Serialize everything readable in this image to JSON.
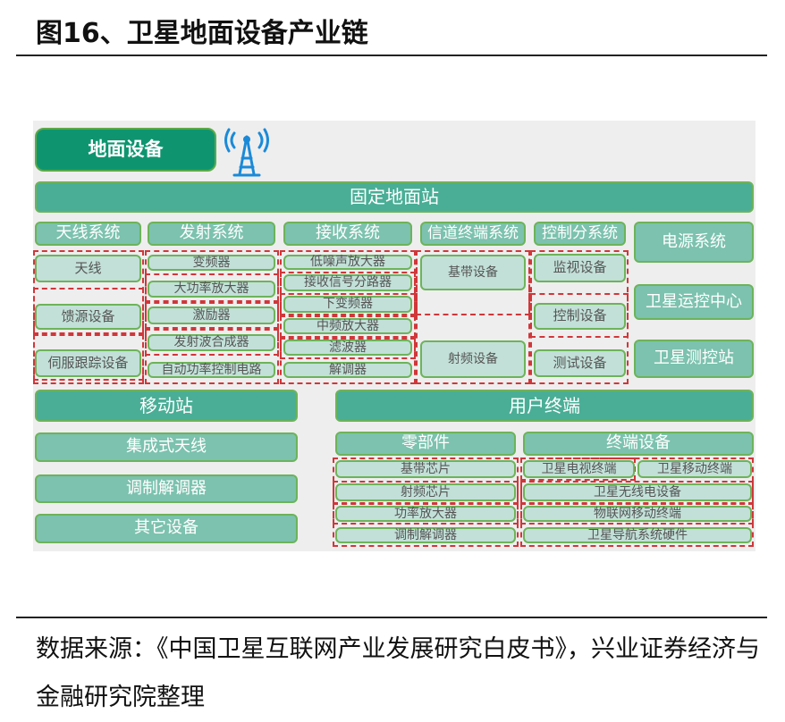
{
  "title": "图16、卫星地面设备产业链",
  "source": "数据来源：《中国卫星互联网产业发展研究白皮书》，兴业证券经济与金融研究院整理",
  "diagram": {
    "ground_equipment": "地面设备",
    "fixed_station": {
      "label": "固定地面站",
      "antenna_system": {
        "label": "天线系统",
        "items": [
          "天线",
          "馈源设备",
          "伺服跟踪设备"
        ]
      },
      "transmit_system": {
        "label": "发射系统",
        "items": [
          "变频器",
          "大功率放大器",
          "激励器",
          "发射波合成器",
          "自动功率控制电路"
        ]
      },
      "receive_system": {
        "label": "接收系统",
        "items": [
          "低噪声放大器",
          "接收信号分路器",
          "下变频器",
          "中频放大器",
          "滤波器",
          "解调器"
        ]
      },
      "channel_terminal_system": {
        "label": "信道终端系统",
        "items": [
          "基带设备",
          "射频设备"
        ]
      },
      "control_subsystem": {
        "label": "控制分系统",
        "items": [
          "监视设备",
          "控制设备",
          "测试设备"
        ]
      },
      "power_system": "电源系统",
      "ops_center": "卫星运控中心",
      "tt_station": "卫星测控站"
    },
    "mobile_station": {
      "label": "移动站",
      "items": [
        "集成式天线",
        "调制解调器",
        "其它设备"
      ]
    },
    "user_terminal": {
      "label": "用户终端",
      "components": {
        "label": "零部件",
        "items": [
          "基带芯片",
          "射频芯片",
          "功率放大器",
          "调制解调器"
        ]
      },
      "terminal_devices": {
        "label": "终端设备",
        "items": [
          "卫星电视终端",
          "卫星移动终端",
          "卫星无线电设备",
          "物联网移动终端",
          "卫星导航系统硬件"
        ]
      }
    }
  },
  "colors": {
    "dark": "#0e9570",
    "section": "#4aae96",
    "header": "#7cc2ae",
    "item": "#c2e0d8",
    "dash": "#d0373a",
    "icon": "#1a8ad8"
  }
}
